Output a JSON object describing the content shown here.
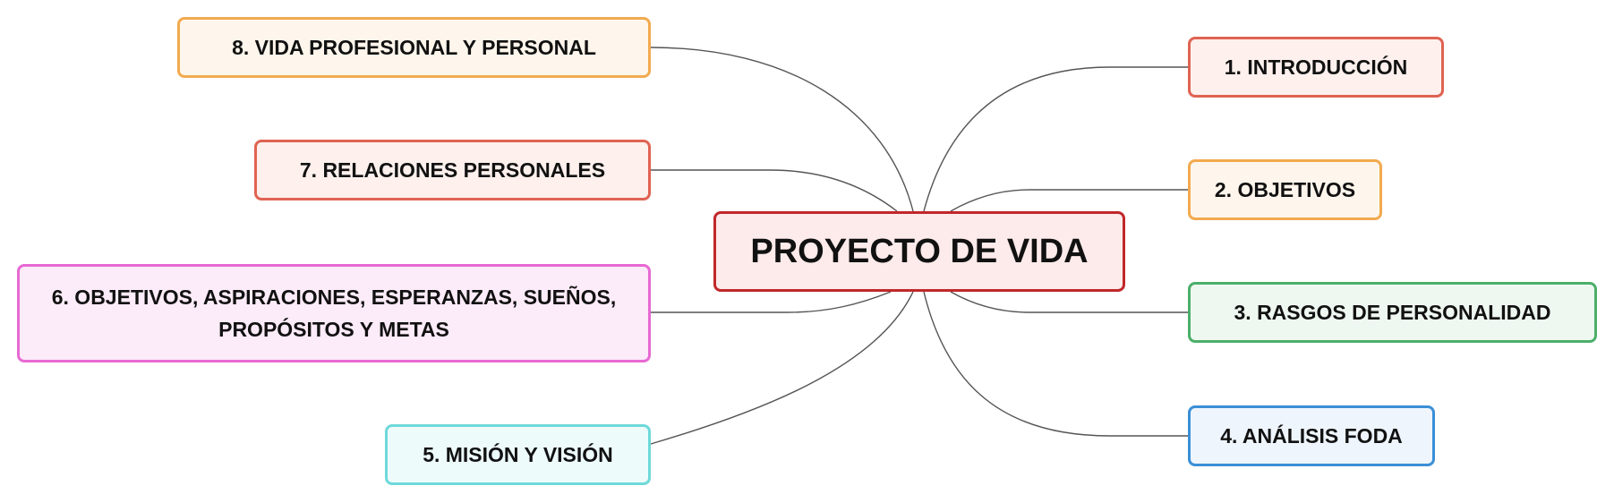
{
  "central": {
    "label": "PROYECTO DE VIDA",
    "border_color": "#c0282a",
    "fill_color": "#fdeaea"
  },
  "branches": [
    {
      "id": "1",
      "label": "1. INTRODUCCIÓN",
      "border_color": "#e06352",
      "fill_color": "#fdf0ed"
    },
    {
      "id": "2",
      "label": "2. OBJETIVOS",
      "border_color": "#f2aa4f",
      "fill_color": "#fef6ec"
    },
    {
      "id": "3",
      "label": "3. RASGOS DE PERSONALIDAD",
      "border_color": "#4caf6a",
      "fill_color": "#eff8f0"
    },
    {
      "id": "4",
      "label": "4. ANÁLISIS FODA",
      "border_color": "#3a8fd6",
      "fill_color": "#eef5fd"
    },
    {
      "id": "5",
      "label": "5. MISIÓN Y VISIÓN",
      "border_color": "#6fd9d9",
      "fill_color": "#eefbfb"
    },
    {
      "id": "6",
      "label_line1": "6. OBJETIVOS, ASPIRACIONES, ESPERANZAS, SUEÑOS,",
      "label_line2": "PROPÓSITOS Y METAS",
      "border_color": "#e769d3",
      "fill_color": "#fcebf8"
    },
    {
      "id": "7",
      "label": "7. RELACIONES PERSONALES",
      "border_color": "#e06352",
      "fill_color": "#fdf0ed"
    },
    {
      "id": "8",
      "label": "8. VIDA PROFESIONAL Y PERSONAL",
      "border_color": "#f2aa4f",
      "fill_color": "#fef6ec"
    }
  ],
  "connector_color": "#555555"
}
